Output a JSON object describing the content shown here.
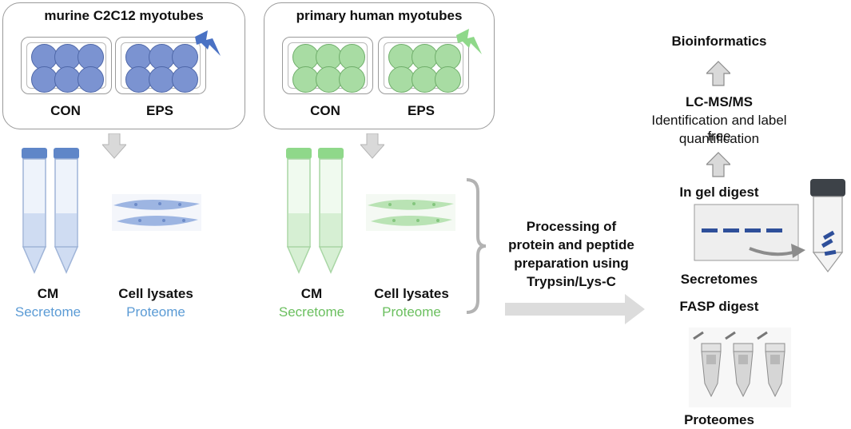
{
  "murine": {
    "title": "murine C2C12 myotubes",
    "con": "CON",
    "eps": "EPS",
    "cm": "CM",
    "secretome": "Secretome",
    "cell_lysates": "Cell lysates",
    "proteome": "Proteome",
    "color": "#7b93d1"
  },
  "human": {
    "title": "primary human myotubes",
    "con": "CON",
    "eps": "EPS",
    "cm": "CM",
    "secretome": "Secretome",
    "cell_lysates": "Cell lysates",
    "proteome": "Proteome",
    "color": "#a8dca3"
  },
  "processing": {
    "line1": "Processing of",
    "line2": "protein and peptide",
    "line3": "preparation using",
    "line4": "Trypsin/Lys-C"
  },
  "pipeline": {
    "bioinformatics": "Bioinformatics",
    "lcms": "LC-MS/MS",
    "lcms_desc1": "Identification and label free",
    "lcms_desc2": "quantification",
    "in_gel": "In gel digest",
    "secretomes": "Secretomes",
    "fasp": "FASP digest",
    "proteomes": "Proteomes"
  },
  "icons": [
    "lightning-icon",
    "conical-tube-icon",
    "myotube-cells-icon",
    "gel-icon",
    "eppendorf-tube-icon",
    "arrow-icon"
  ]
}
